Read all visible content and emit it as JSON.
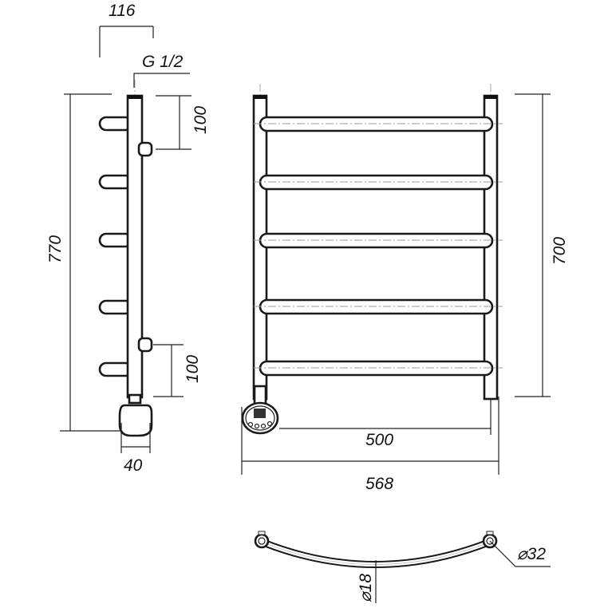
{
  "drawing": {
    "side_view": {
      "width_label": "116",
      "thread_label": "G 1/2",
      "height_label": "770",
      "top_spacing_label": "100",
      "bottom_spacing_label": "100",
      "depth_label": "40"
    },
    "front_view": {
      "height_label": "700",
      "center_distance_label": "500",
      "overall_width_label": "568",
      "bar_count": 5
    },
    "top_view": {
      "bar_diameter_label": "⌀18",
      "pipe_diameter_label": "⌀32"
    },
    "colors": {
      "line": "#1a1a1a",
      "centerline": "#999999"
    }
  }
}
